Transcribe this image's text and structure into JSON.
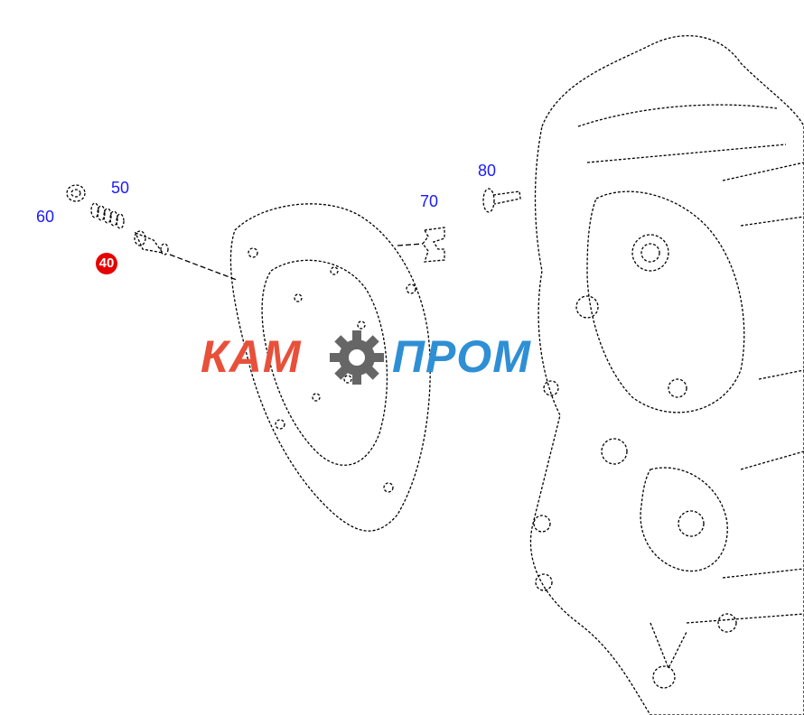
{
  "callouts": {
    "c40": "40",
    "c50": "50",
    "c60": "60",
    "c70": "70",
    "c80": "80"
  },
  "logo": {
    "left_word": "КАМ",
    "right_word": "ПРОМ",
    "left_color": "#e8503a",
    "right_color": "#2f8fd4",
    "gear_color": "#666666"
  },
  "colors": {
    "callout": "#1a1aff",
    "highlight_bg": "#e60000",
    "line_art": "#000000"
  }
}
